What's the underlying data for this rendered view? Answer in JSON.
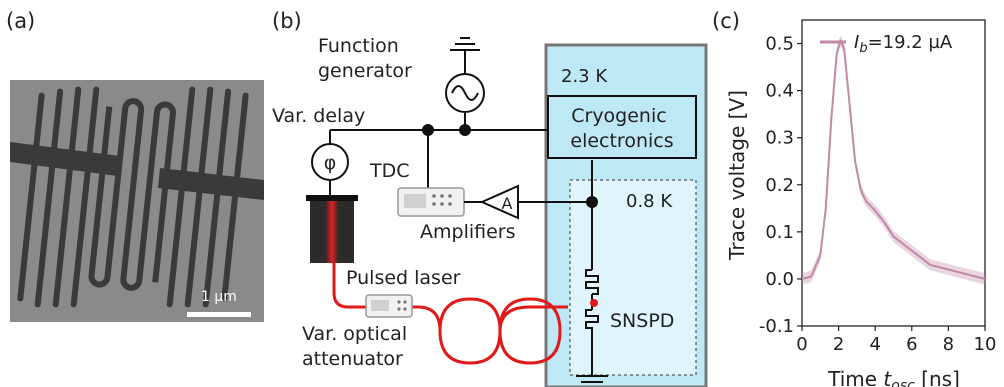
{
  "panel_labels": {
    "a": "(a)",
    "b": "(b)",
    "c": "(c)"
  },
  "panel_a": {
    "scale_bar_label": "1 µm"
  },
  "panel_b": {
    "function_generator": [
      "Function",
      "generator"
    ],
    "temp_outer": "2.3 K",
    "temp_inner": "0.8 K",
    "var_delay": "Var. delay",
    "phase_symbol": "φ",
    "cryo_electronics": [
      "Cryogenic",
      "electronics"
    ],
    "tdc": "TDC",
    "amplifier_symbol": "A",
    "amplifiers": "Amplifiers",
    "pulsed_laser": "Pulsed laser",
    "snspd": "SNSPD",
    "attenuator": [
      "Var. optical",
      "attenuator"
    ]
  },
  "chart_data": {
    "type": "line",
    "title": "",
    "xlabel": "Time t_osc [ns]",
    "ylabel": "Trace voltage [V]",
    "xlim": [
      0,
      10
    ],
    "ylim": [
      -0.1,
      0.55
    ],
    "xticks": [
      "0",
      "2",
      "4",
      "6",
      "8",
      "10"
    ],
    "yticks": [
      "-0.1",
      "0.0",
      "0.1",
      "0.2",
      "0.3",
      "0.4",
      "0.5"
    ],
    "legend_position": "top",
    "series": [
      {
        "name": "I_b=19.2 µA",
        "color": "#c08aa8",
        "x": [
          0,
          0.5,
          1.0,
          1.3,
          1.6,
          1.9,
          2.1,
          2.3,
          2.6,
          2.9,
          3.2,
          3.5,
          4.0,
          4.5,
          5.0,
          5.5,
          6.0,
          6.5,
          7.0,
          7.5,
          8.0,
          8.5,
          9.0,
          9.5,
          10.0
        ],
        "y": [
          0.0,
          0.005,
          0.05,
          0.15,
          0.34,
          0.48,
          0.505,
          0.49,
          0.37,
          0.25,
          0.19,
          0.165,
          0.145,
          0.12,
          0.09,
          0.075,
          0.06,
          0.045,
          0.03,
          0.025,
          0.02,
          0.015,
          0.01,
          0.005,
          0.0
        ]
      }
    ]
  }
}
